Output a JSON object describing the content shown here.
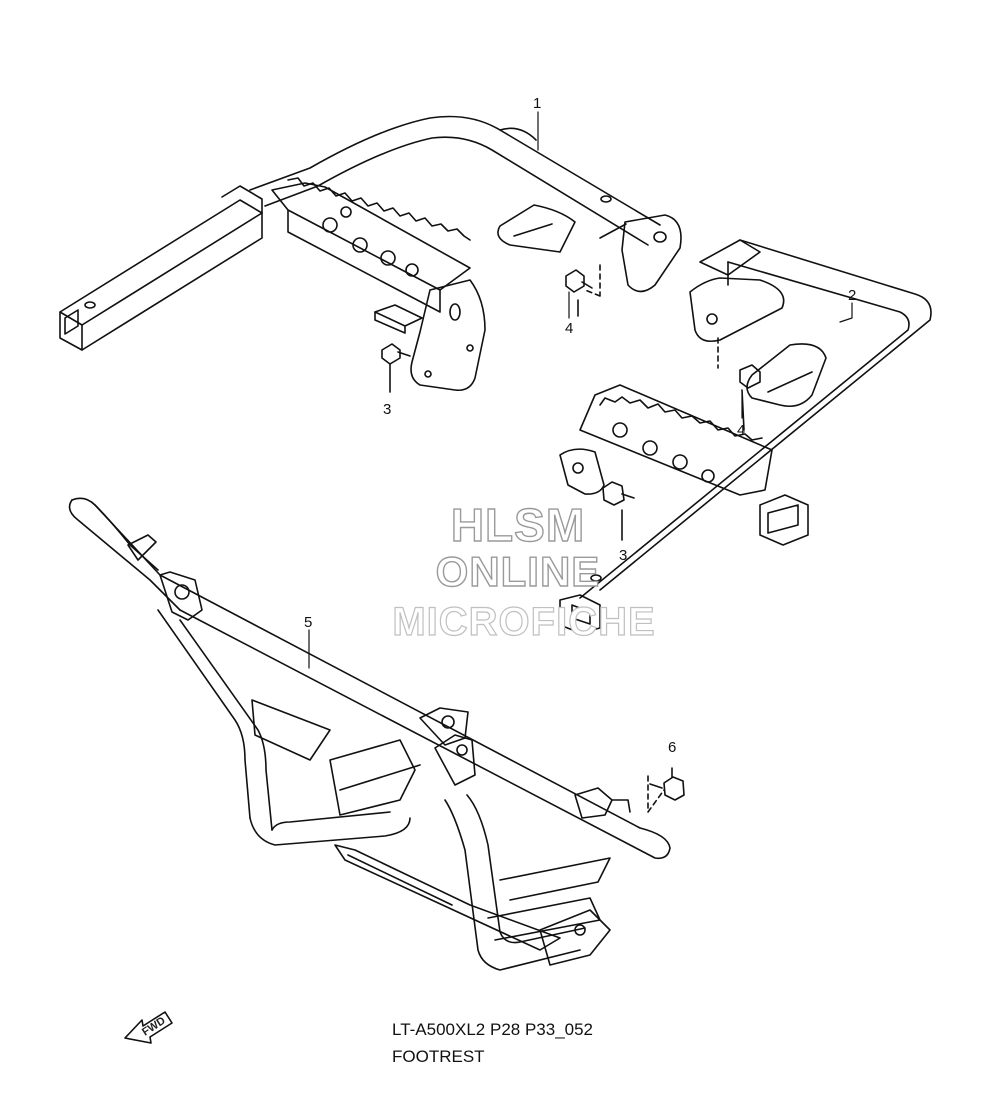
{
  "callouts": {
    "c1": "1",
    "c2": "2",
    "c3a": "3",
    "c3b": "3",
    "c4a": "4",
    "c4b": "4",
    "c5": "5",
    "c6": "6"
  },
  "watermark": {
    "line1": "HLSM",
    "line2": "ONLINE",
    "line3": "MICROFICHE"
  },
  "caption": {
    "model": "LT-A500XL2 P28 P33_052",
    "title": "FOOTREST"
  },
  "fwd_label": "FWD",
  "colors": {
    "line": "#111111",
    "watermark_outline": "#9a9a9a"
  }
}
